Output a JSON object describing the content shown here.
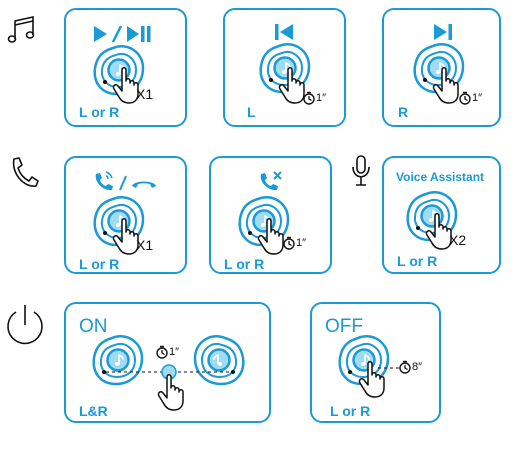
{
  "colors": {
    "accent": "#1a9ad6",
    "earbud_inner": "#9fdcf2",
    "ink": "#111111"
  },
  "sections": [
    {
      "id": "music",
      "icon": "music-note-icon"
    },
    {
      "id": "call",
      "icon": "phone-icon"
    },
    {
      "id": "voice",
      "icon": "microphone-icon"
    },
    {
      "id": "power",
      "icon": "power-icon"
    }
  ],
  "cards": {
    "play_pause": {
      "icon": "play-pause-icon",
      "gesture": "X1",
      "side": "L or R"
    },
    "previous": {
      "icon": "previous-track-icon",
      "hold": "1″",
      "side": "L"
    },
    "next": {
      "icon": "next-track-icon",
      "hold": "1″",
      "side": "R"
    },
    "answer_end": {
      "icon": "answer-end-call-icon",
      "gesture": "X1",
      "side": "L or R"
    },
    "reject": {
      "icon": "reject-call-icon",
      "hold": "1″",
      "side": "L or R"
    },
    "voice_assistant": {
      "title": "Voice Assistant",
      "gesture": "X2",
      "side": "L or R"
    },
    "power_on": {
      "title": "ON",
      "hold": "1″",
      "side": "L&R"
    },
    "power_off": {
      "title": "OFF",
      "hold": "8″",
      "side": "L or R"
    }
  }
}
